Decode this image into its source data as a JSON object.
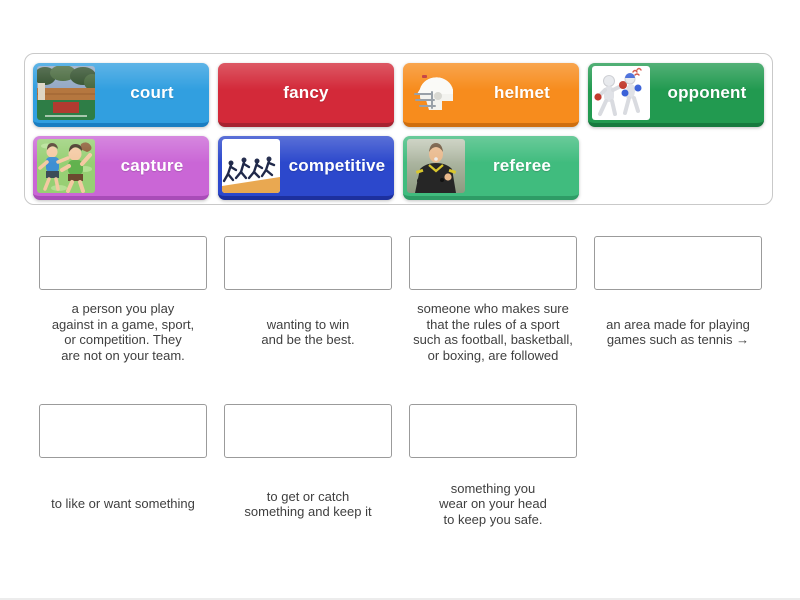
{
  "page": {
    "background": "#ffffff"
  },
  "word_bank": {
    "tiles": [
      {
        "label": "court",
        "color": "#319fe0",
        "edge_color": "#1a7ec2",
        "icon": "court-photo"
      },
      {
        "label": "fancy",
        "color": "#d32939",
        "edge_color": "#a62230",
        "icon": null
      },
      {
        "label": "helmet",
        "color": "#f78c1d",
        "edge_color": "#cf6e0e",
        "icon": "football-helmet"
      },
      {
        "label": "opponent",
        "color": "#229a50",
        "edge_color": "#167a3e",
        "icon": "boxing-opponents"
      },
      {
        "label": "capture",
        "color": "#ca66d6",
        "edge_color": "#a94cb8",
        "icon": "kids-playing-tag"
      },
      {
        "label": "competitive",
        "color": "#2c48cc",
        "edge_color": "#1d309e",
        "icon": "runners-racing"
      },
      {
        "label": "referee",
        "color": "#40bc7e",
        "edge_color": "#2e9c66",
        "icon": "referee-photo"
      }
    ]
  },
  "definitions": {
    "row1": [
      "a person you play\nagainst in a game, sport,\nor competition. They\nare not on your team.",
      "wanting to win\nand be the best.",
      "someone who makes sure\nthat the rules of a sport\nsuch as football, basketball,\nor boxing, are followed",
      "an area made for playing\ngames such as tennis →"
    ],
    "row2": [
      "to like or want something",
      "to get or catch\nsomething and keep it",
      "something you\nwear on your head\nto keep you safe."
    ]
  }
}
